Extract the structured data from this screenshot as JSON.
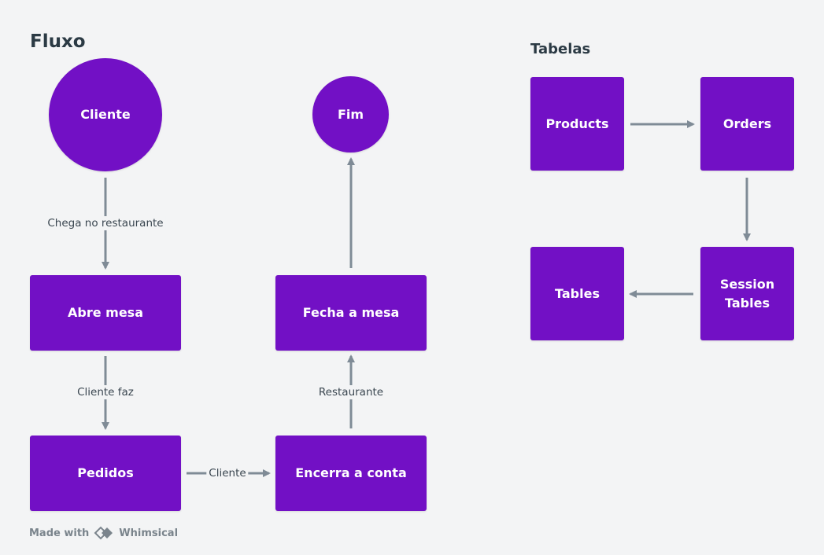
{
  "colors": {
    "node": "#7210c5",
    "arrow": "#7f8b96",
    "background": "#f3f4f5",
    "title": "#2b3a44"
  },
  "sections": {
    "fluxo": "Fluxo",
    "tabelas": "Tabelas"
  },
  "fluxo": {
    "nodes": {
      "cliente": "Cliente",
      "fim": "Fim",
      "abre_mesa": "Abre mesa",
      "fecha_mesa": "Fecha a mesa",
      "pedidos": "Pedidos",
      "encerra_conta": "Encerra a conta"
    },
    "edges": {
      "cliente_abre": "Chega no restaurante",
      "abre_pedidos": "Cliente faz",
      "pedidos_encerra": "Cliente",
      "encerra_fecha": "Restaurante"
    }
  },
  "tabelas": {
    "nodes": {
      "products": "Products",
      "orders": "Orders",
      "session_tables": "Session Tables",
      "tables": "Tables"
    }
  },
  "footer": {
    "made_with": "Made with",
    "brand": "Whimsical",
    "logo_icon": "whimsical-logo-icon"
  }
}
